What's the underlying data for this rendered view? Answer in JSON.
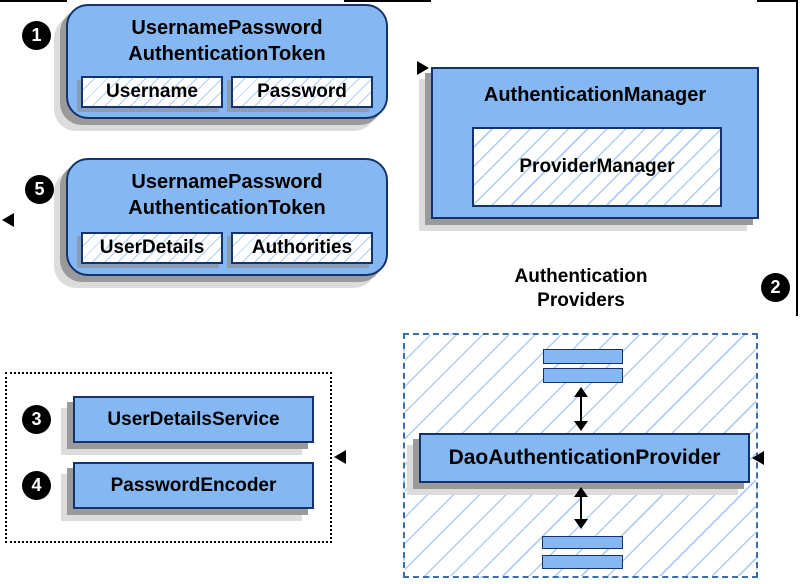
{
  "steps": {
    "s1": "1",
    "s2": "2",
    "s3": "3",
    "s4": "4",
    "s5": "5"
  },
  "request_token": {
    "title_line1": "UsernamePassword",
    "title_line2": "AuthenticationToken",
    "fields": [
      "Username",
      "Password"
    ]
  },
  "response_token": {
    "title_line1": "UsernamePassword",
    "title_line2": "AuthenticationToken",
    "fields": [
      "UserDetails",
      "Authorities"
    ]
  },
  "authentication_manager": {
    "title": "AuthenticationManager",
    "implementation": "ProviderManager"
  },
  "authentication_providers": {
    "label_line1": "Authentication",
    "label_line2": "Providers",
    "provider": "DaoAuthenticationProvider"
  },
  "dao_dependencies": {
    "user_details_service": "UserDetailsService",
    "password_encoder": "PasswordEncoder"
  },
  "colors": {
    "box_fill": "#85b7f3",
    "box_border": "#14336e",
    "hatch_line": "#aecdf5",
    "dashed_border": "#3a6ea8",
    "shadow_dark": "#9a9a9a",
    "shadow_light": "#dcdcdc"
  }
}
